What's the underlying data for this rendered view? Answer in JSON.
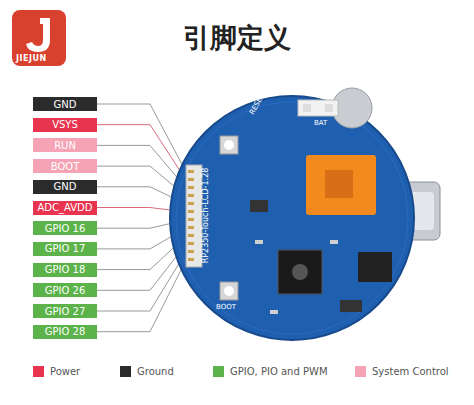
{
  "diagram": {
    "title": "引脚定义",
    "nodes": [
      {
        "text": [
          "GND"
        ]
      },
      {
        "text": [
          "VSYS"
        ]
      },
      {
        "text": [
          "RUN"
        ]
      },
      {
        "text": [
          "BOOT"
        ]
      },
      {
        "text": [
          "GND"
        ]
      },
      {
        "text": [
          "ADC_AVDD"
        ]
      },
      {
        "text": [
          "GPIO 16"
        ]
      },
      {
        "text": [
          "GPIO 17"
        ]
      },
      {
        "text": [
          "GPIO 18"
        ]
      },
      {
        "text": [
          "GPIO 26"
        ]
      },
      {
        "text": [
          "GPIO 27"
        ]
      },
      {
        "text": [
          "GPIO 28"
        ]
      }
    ],
    "labels": [
      "JIEJUN",
      "RP2350-Touch-LCD-1.28",
      "RESET",
      "BAT",
      "BOOT"
    ],
    "legend": [
      {
        "text": "Power",
        "color": "#e8344e"
      },
      {
        "text": "Ground",
        "color": "#2b2b2b"
      },
      {
        "text": "GPIO, PIO and PWM",
        "color": "#5cb34a"
      },
      {
        "text": "System Control",
        "color": "#f5a3b5"
      }
    ]
  }
}
